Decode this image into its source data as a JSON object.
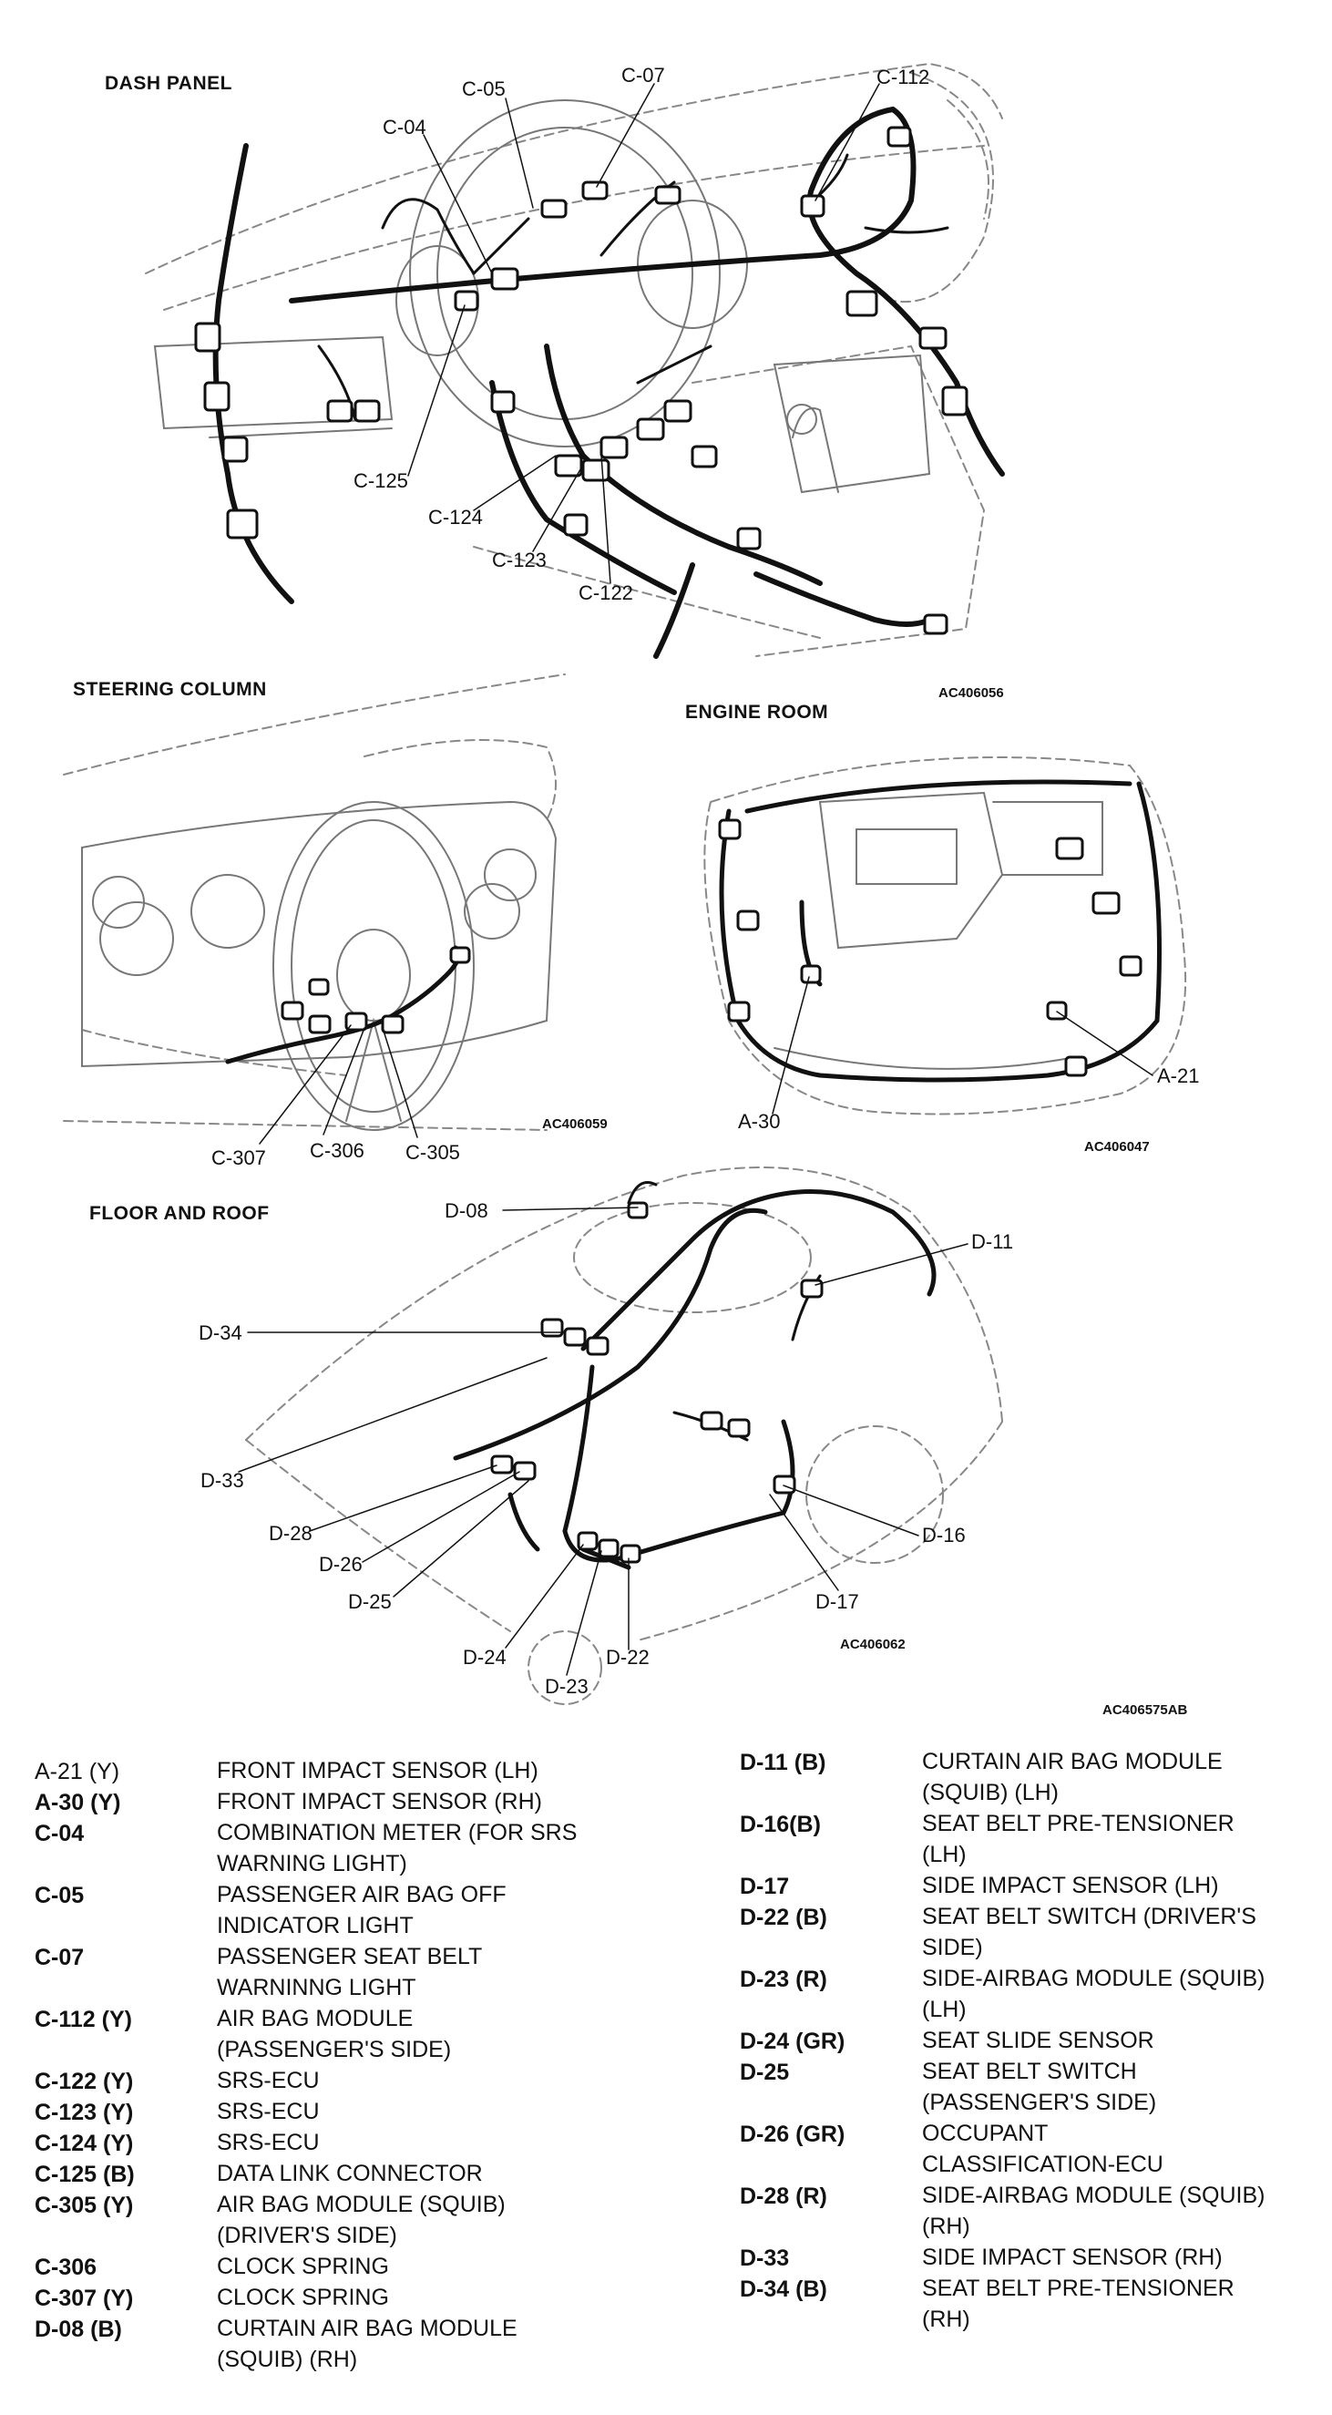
{
  "sections": {
    "dash_panel": {
      "title": "DASH PANEL",
      "code": "AC406056",
      "callouts": [
        "C-05",
        "C-07",
        "C-112",
        "C-04",
        "C-125",
        "C-124",
        "C-123",
        "C-122"
      ]
    },
    "steering_column": {
      "title": "STEERING COLUMN",
      "code": "AC406059",
      "callouts": [
        "C-307",
        "C-306",
        "C-305"
      ]
    },
    "engine_room": {
      "title": "ENGINE ROOM",
      "code": "AC406047",
      "callouts": [
        "A-21",
        "A-30"
      ]
    },
    "floor_and_roof": {
      "title": "FLOOR AND ROOF",
      "code": "AC406062",
      "callouts": [
        "D-08",
        "D-11",
        "D-34",
        "D-33",
        "D-16",
        "D-28",
        "D-26",
        "D-25",
        "D-17",
        "D-24",
        "D-22",
        "D-23"
      ]
    }
  },
  "figure_code": "AC406575AB",
  "legend_left": [
    {
      "id": "A-21 (Y)",
      "desc": "FRONT IMPACT SENSOR (LH)",
      "bold": false
    },
    {
      "id": "A-30 (Y)",
      "desc": "FRONT IMPACT SENSOR (RH)",
      "bold": true
    },
    {
      "id": "C-04",
      "desc": "COMBINATION METER (FOR SRS\nWARNING LIGHT)",
      "bold": true
    },
    {
      "id": "C-05",
      "desc": "PASSENGER AIR BAG OFF\nINDICATOR LIGHT",
      "bold": true
    },
    {
      "id": "C-07",
      "desc": "PASSENGER SEAT BELT\nWARNINNG LIGHT",
      "bold": true
    },
    {
      "id": "C-112 (Y)",
      "desc": "AIR BAG MODULE\n(PASSENGER'S SIDE)",
      "bold": true
    },
    {
      "id": "C-122 (Y)",
      "desc": "SRS-ECU",
      "bold": true
    },
    {
      "id": "C-123 (Y)",
      "desc": "SRS-ECU",
      "bold": true
    },
    {
      "id": "C-124 (Y)",
      "desc": "SRS-ECU",
      "bold": true
    },
    {
      "id": "C-125 (B)",
      "desc": "DATA LINK CONNECTOR",
      "bold": true
    },
    {
      "id": "C-305 (Y)",
      "desc": "AIR BAG MODULE (SQUIB)\n(DRIVER'S SIDE)",
      "bold": true
    },
    {
      "id": "C-306",
      "desc": "CLOCK SPRING",
      "bold": true
    },
    {
      "id": "C-307 (Y)",
      "desc": "CLOCK SPRING",
      "bold": true
    },
    {
      "id": "D-08 (B)",
      "desc": "CURTAIN AIR BAG MODULE\n(SQUIB) (RH)",
      "bold": true
    }
  ],
  "legend_right": [
    {
      "id": "D-11 (B)",
      "desc": "CURTAIN AIR BAG MODULE\n(SQUIB) (LH)",
      "bold": true
    },
    {
      "id": "D-16(B)",
      "desc": "SEAT BELT PRE-TENSIONER\n(LH)",
      "bold": true
    },
    {
      "id": "D-17",
      "desc": "SIDE IMPACT SENSOR (LH)",
      "bold": true
    },
    {
      "id": "D-22 (B)",
      "desc": "SEAT BELT SWITCH (DRIVER'S\nSIDE)",
      "bold": true
    },
    {
      "id": "D-23 (R)",
      "desc": "SIDE-AIRBAG MODULE (SQUIB)\n(LH)",
      "bold": true
    },
    {
      "id": "D-24 (GR)",
      "desc": "SEAT SLIDE SENSOR",
      "bold": true
    },
    {
      "id": "D-25",
      "desc": "SEAT BELT SWITCH\n(PASSENGER'S SIDE)",
      "bold": true
    },
    {
      "id": "D-26 (GR)",
      "desc": "OCCUPANT\nCLASSIFICATION-ECU",
      "bold": true
    },
    {
      "id": "D-28 (R)",
      "desc": "SIDE-AIRBAG MODULE (SQUIB)\n(RH)",
      "bold": true
    },
    {
      "id": "D-33",
      "desc": "SIDE IMPACT SENSOR (RH)",
      "bold": true
    },
    {
      "id": "D-34 (B)",
      "desc": "SEAT BELT PRE-TENSIONER\n(RH)",
      "bold": true
    }
  ]
}
